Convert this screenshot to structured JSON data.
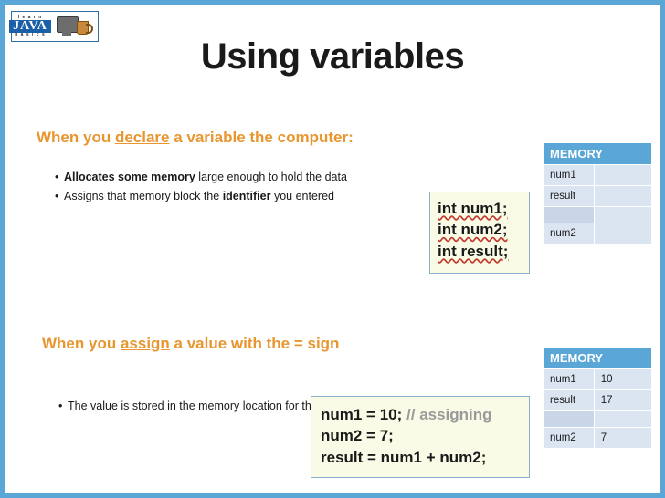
{
  "logo": {
    "learn": "l e a r n",
    "java": "JAVA",
    "basics": "b a s i c s",
    "icons": [
      "monitor-icon",
      "coffee-cup-icon"
    ]
  },
  "slide": {
    "title": "Using variables",
    "accent_color": "#5aa6d6",
    "heading_color": "#e8962f"
  },
  "section1": {
    "heading_pre": "When you ",
    "heading_underlined": "declare",
    "heading_post": " a variable the computer:",
    "bullets": [
      {
        "bold": "Allocates some memory",
        "rest": " large enough to hold the data"
      },
      {
        "pre": "Assigns that memory block the ",
        "bold": "identifier",
        "post": " you entered"
      }
    ],
    "code": [
      "int num1;",
      "int num2;",
      "int result;"
    ],
    "memory": {
      "header": "MEMORY",
      "rows": [
        {
          "label": "num1",
          "value": ""
        },
        {
          "label": "result",
          "value": ""
        },
        {
          "label": "",
          "value": ""
        },
        {
          "label": "num2",
          "value": ""
        }
      ]
    }
  },
  "section2": {
    "heading_pre": "When you ",
    "heading_underlined": "assign",
    "heading_post": " a value with the = sign",
    "bullets": [
      {
        "text": "The value is stored in the memory location for that variable"
      }
    ],
    "code_lines": [
      {
        "code": "num1 = 10;",
        "comment": " // assigning"
      },
      {
        "code": "num2 = 7;",
        "comment": ""
      },
      {
        "code": "result = num1 + num2;",
        "comment": ""
      }
    ],
    "memory": {
      "header": "MEMORY",
      "rows": [
        {
          "label": "num1",
          "value": "10"
        },
        {
          "label": "result",
          "value": "17"
        },
        {
          "label": "",
          "value": ""
        },
        {
          "label": "num2",
          "value": "7"
        }
      ]
    }
  }
}
